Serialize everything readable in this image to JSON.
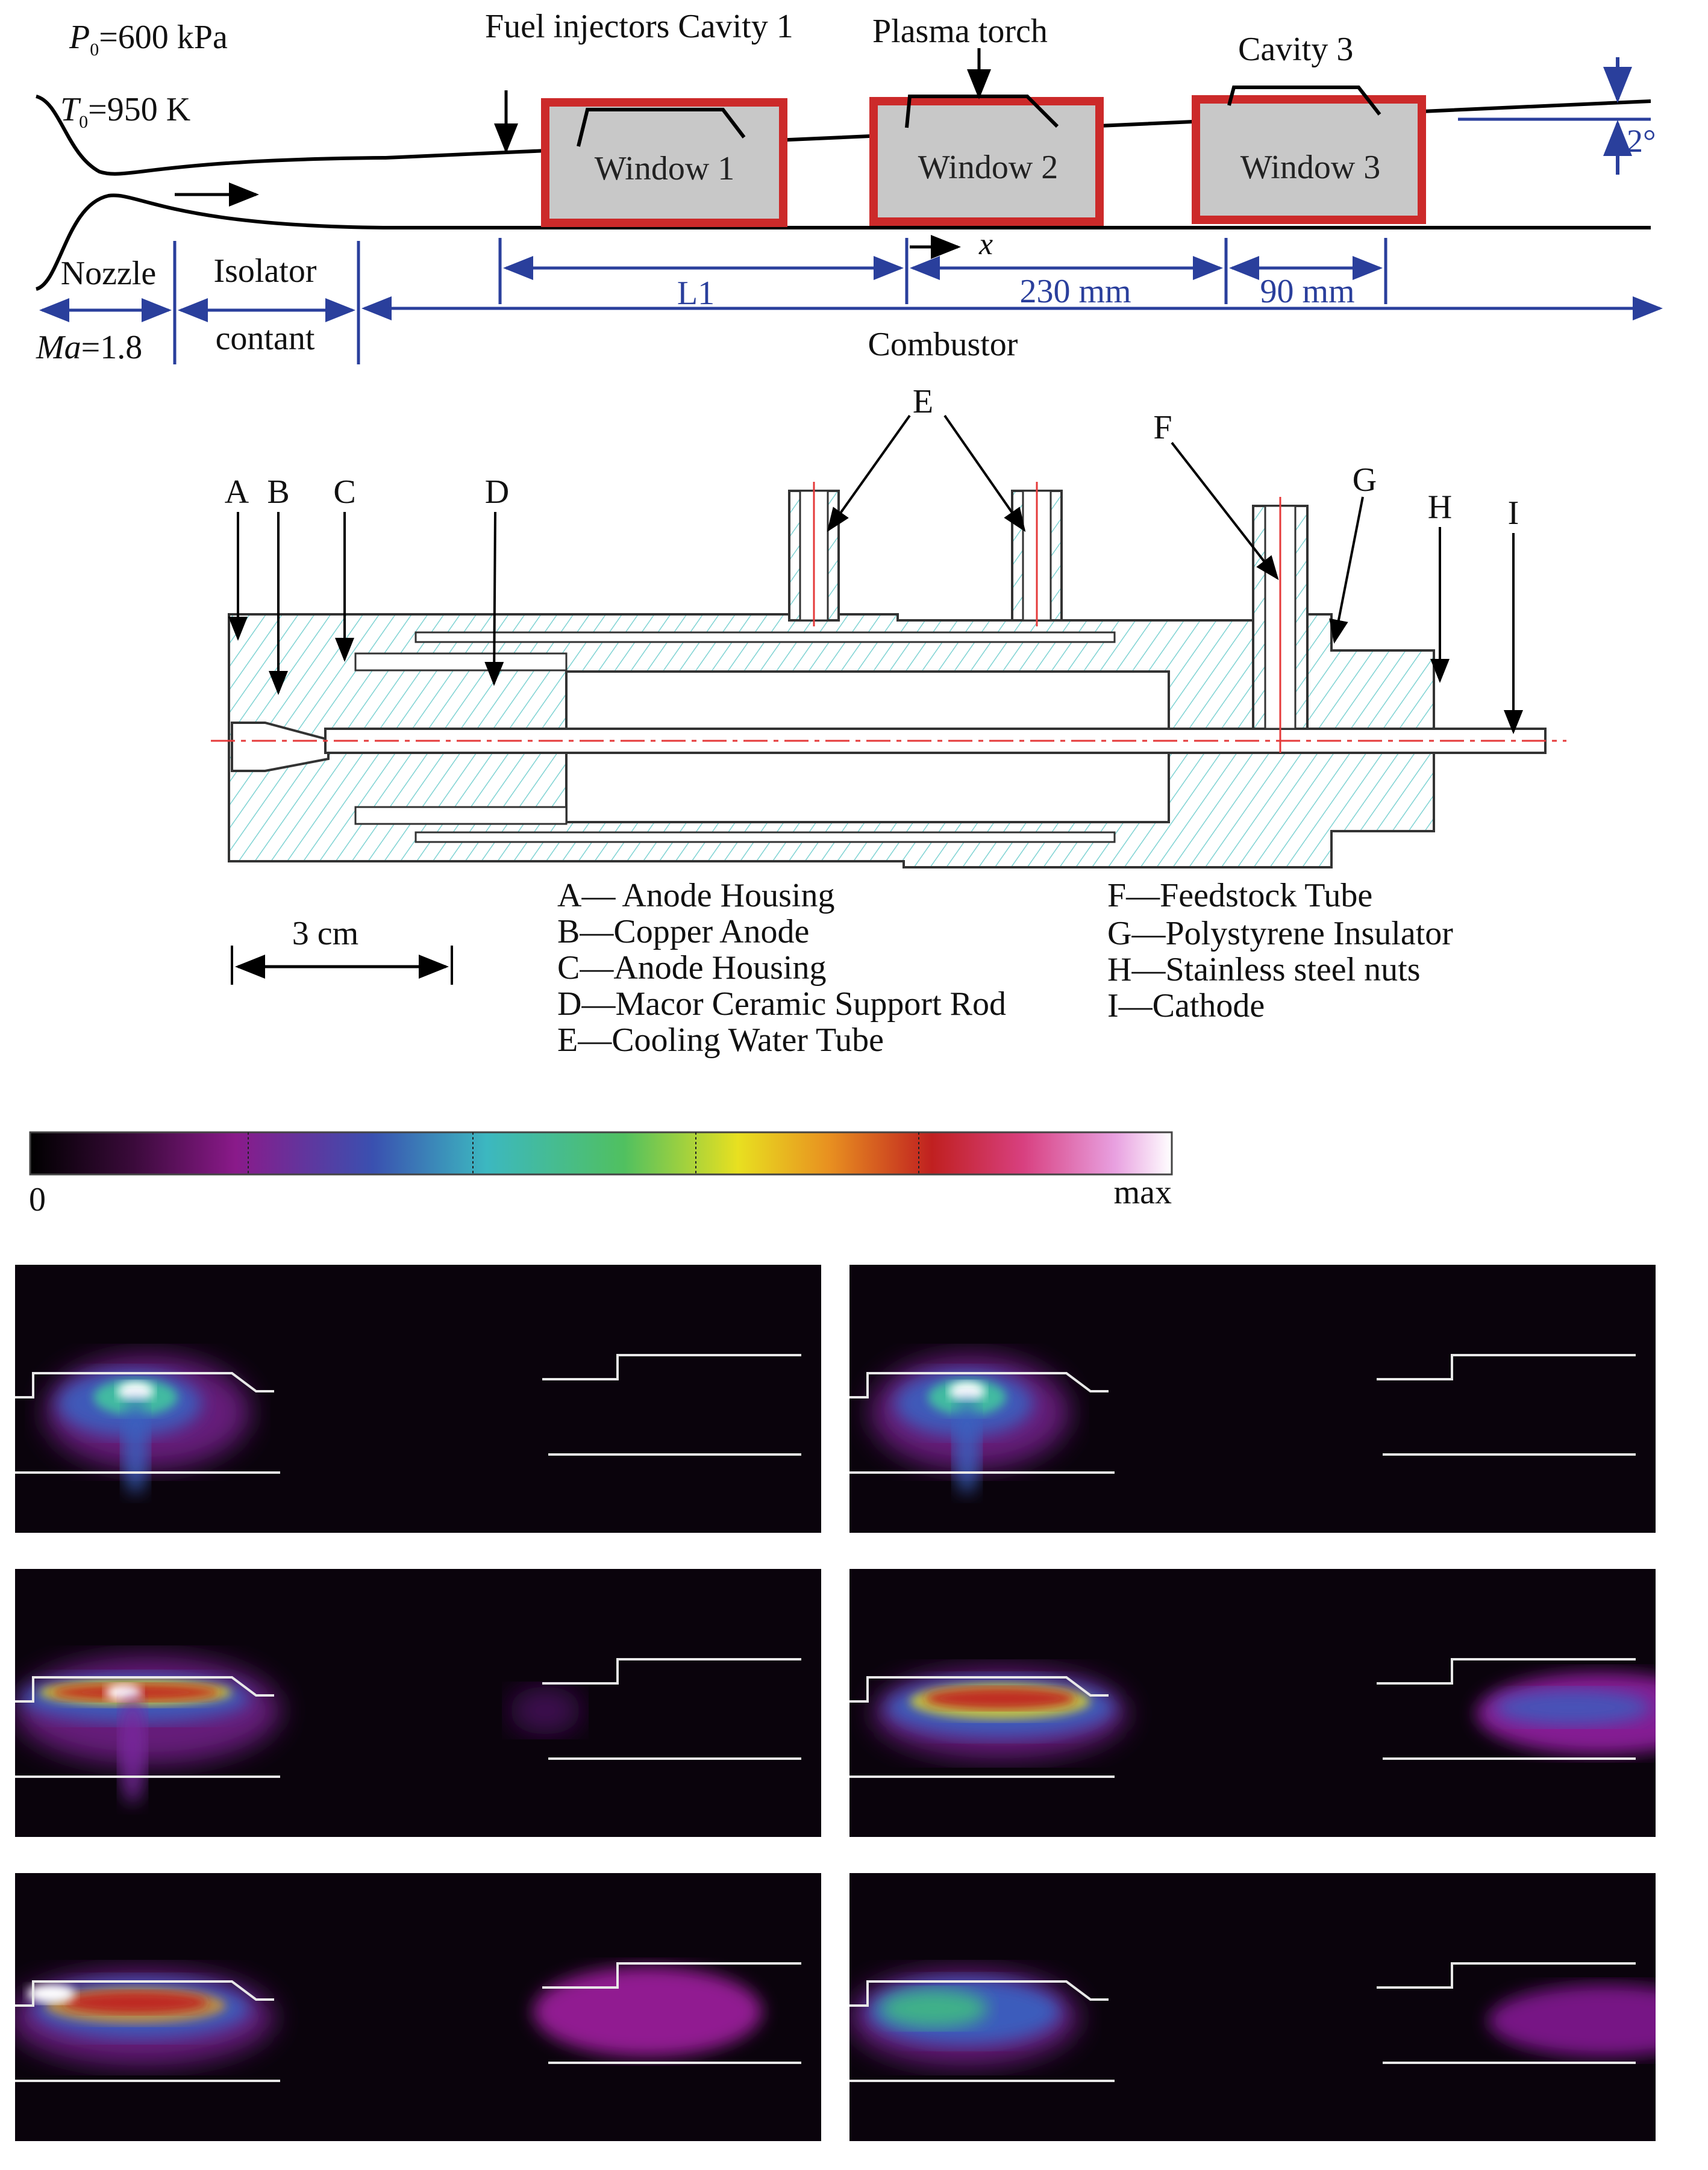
{
  "colors": {
    "blue": "#2a3f9c",
    "red": "#cc2a2a",
    "window_fill": "#c8c8c8",
    "cyan_hatch": "#7fd3d3",
    "centerline": "#e53a3a",
    "panel_bg": "#0a030c",
    "wall_line": "#e8e8e8"
  },
  "top": {
    "p0_symbol": "P",
    "p0_sub": "0",
    "p0_value": "=600 kPa",
    "t0_symbol": "T",
    "t0_sub": "0",
    "t0_value": "=950 K",
    "fuel_label": "Fuel injectors Cavity 1",
    "plasma_label": "Plasma torch",
    "cavity3_label": "Cavity 3",
    "angle": "2°",
    "windows": [
      "Window 1",
      "Window 2",
      "Window 3"
    ],
    "x_label": "x",
    "nozzle": "Nozzle",
    "isolator": "Isolator",
    "contant": "contant",
    "ma_symbol": "Ma",
    "ma_value": "=1.8",
    "l1": "L1",
    "dim_230": "230 mm",
    "dim_90": "90 mm",
    "combustor": "Combustor"
  },
  "torch": {
    "letters": [
      "A",
      "B",
      "C",
      "D",
      "E",
      "F",
      "G",
      "H",
      "I"
    ],
    "scale": "3 cm",
    "legend_left": [
      "A— Anode Housing",
      "B—Copper Anode",
      "C—Anode Housing",
      "D—Macor Ceramic Support Rod",
      "E—Cooling Water Tube"
    ],
    "legend_right": [
      "F—Feedstock Tube",
      "G—Polystyrene Insulator",
      "H—Stainless steel nuts",
      "I—Cathode"
    ]
  },
  "colorbar": {
    "min": "0",
    "max": "max",
    "stops": [
      "#000000",
      "#3a0a3a",
      "#8a1a8a",
      "#3a50b0",
      "#3cb8c0",
      "#50c060",
      "#e8e020",
      "#e89020",
      "#c02020",
      "#d84080",
      "#e8a0e0",
      "#ffffff"
    ]
  }
}
